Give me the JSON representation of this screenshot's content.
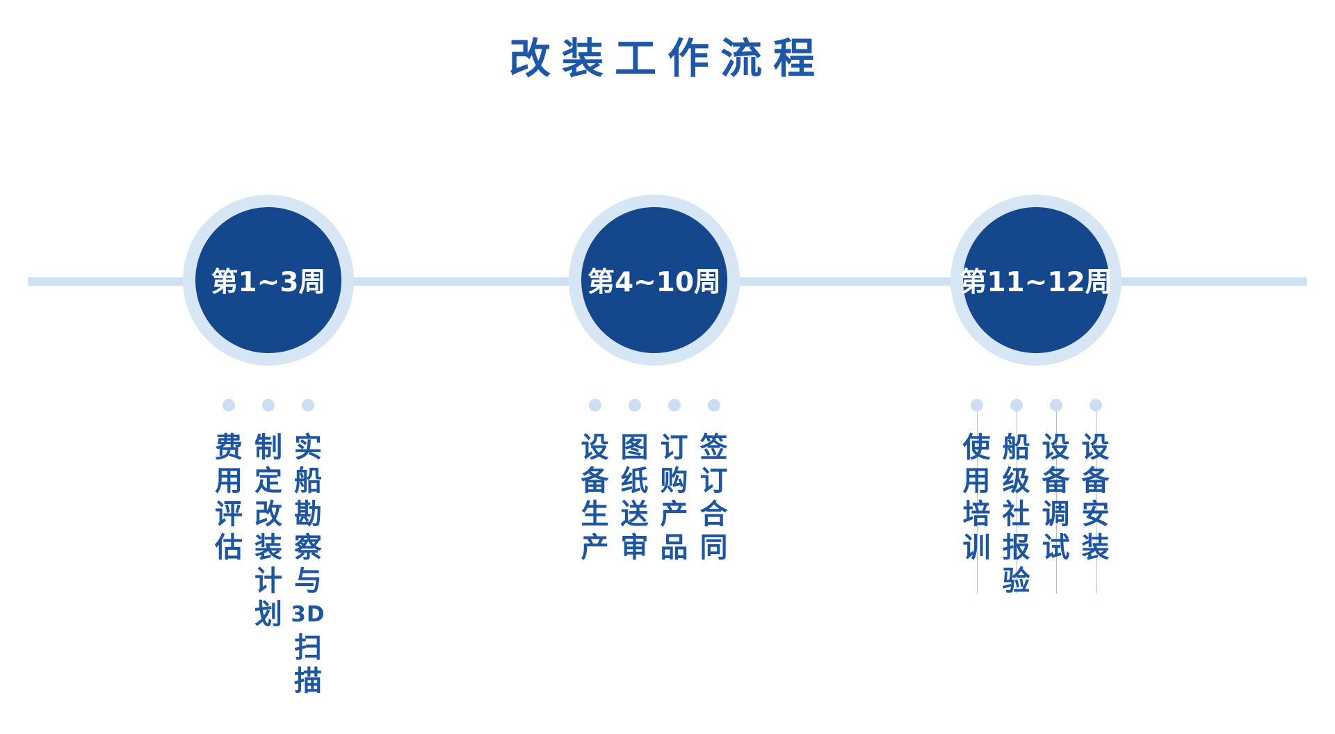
{
  "title": "改装工作流程",
  "colors": {
    "title_text": "#1e57a8",
    "timeline_line": "#cfe2f4",
    "circle_fill": "#14478c",
    "circle_ring": "#d7e6f5",
    "circle_text": "#ffffff",
    "dot": "#ccdff2",
    "task_text": "#1d55a0",
    "leader_line": "#aabfd8",
    "page_bg": "#ffffff"
  },
  "stages": [
    {
      "week_label": "第1~3周",
      "leader_lines": false,
      "tasks": [
        {
          "name": "实船勘察与3D扫描",
          "cells": [
            "实",
            "船",
            "勘",
            "察",
            "与",
            "3D",
            "扫",
            "描"
          ]
        },
        {
          "name": "制定改装计划",
          "cells": [
            "制",
            "定",
            "改",
            "装",
            "计",
            "划"
          ]
        },
        {
          "name": "费用评估",
          "cells": [
            "费",
            "用",
            "评",
            "估"
          ]
        }
      ]
    },
    {
      "week_label": "第4~10周",
      "leader_lines": false,
      "tasks": [
        {
          "name": "签订合同",
          "cells": [
            "签",
            "订",
            "合",
            "同"
          ]
        },
        {
          "name": "订购产品",
          "cells": [
            "订",
            "购",
            "产",
            "品"
          ]
        },
        {
          "name": "图纸送审",
          "cells": [
            "图",
            "纸",
            "送",
            "审"
          ]
        },
        {
          "name": "设备生产",
          "cells": [
            "设",
            "备",
            "生",
            "产"
          ]
        }
      ]
    },
    {
      "week_label": "第11~12周",
      "leader_lines": true,
      "tasks": [
        {
          "name": "设备安装",
          "cells": [
            "设",
            "备",
            "安",
            "装"
          ]
        },
        {
          "name": "设备调试",
          "cells": [
            "设",
            "备",
            "调",
            "试"
          ]
        },
        {
          "name": "船级社报验",
          "cells": [
            "船",
            "级",
            "社",
            "报",
            "验"
          ]
        },
        {
          "name": "使用培训",
          "cells": [
            "使",
            "用",
            "培",
            "训"
          ]
        }
      ]
    }
  ]
}
